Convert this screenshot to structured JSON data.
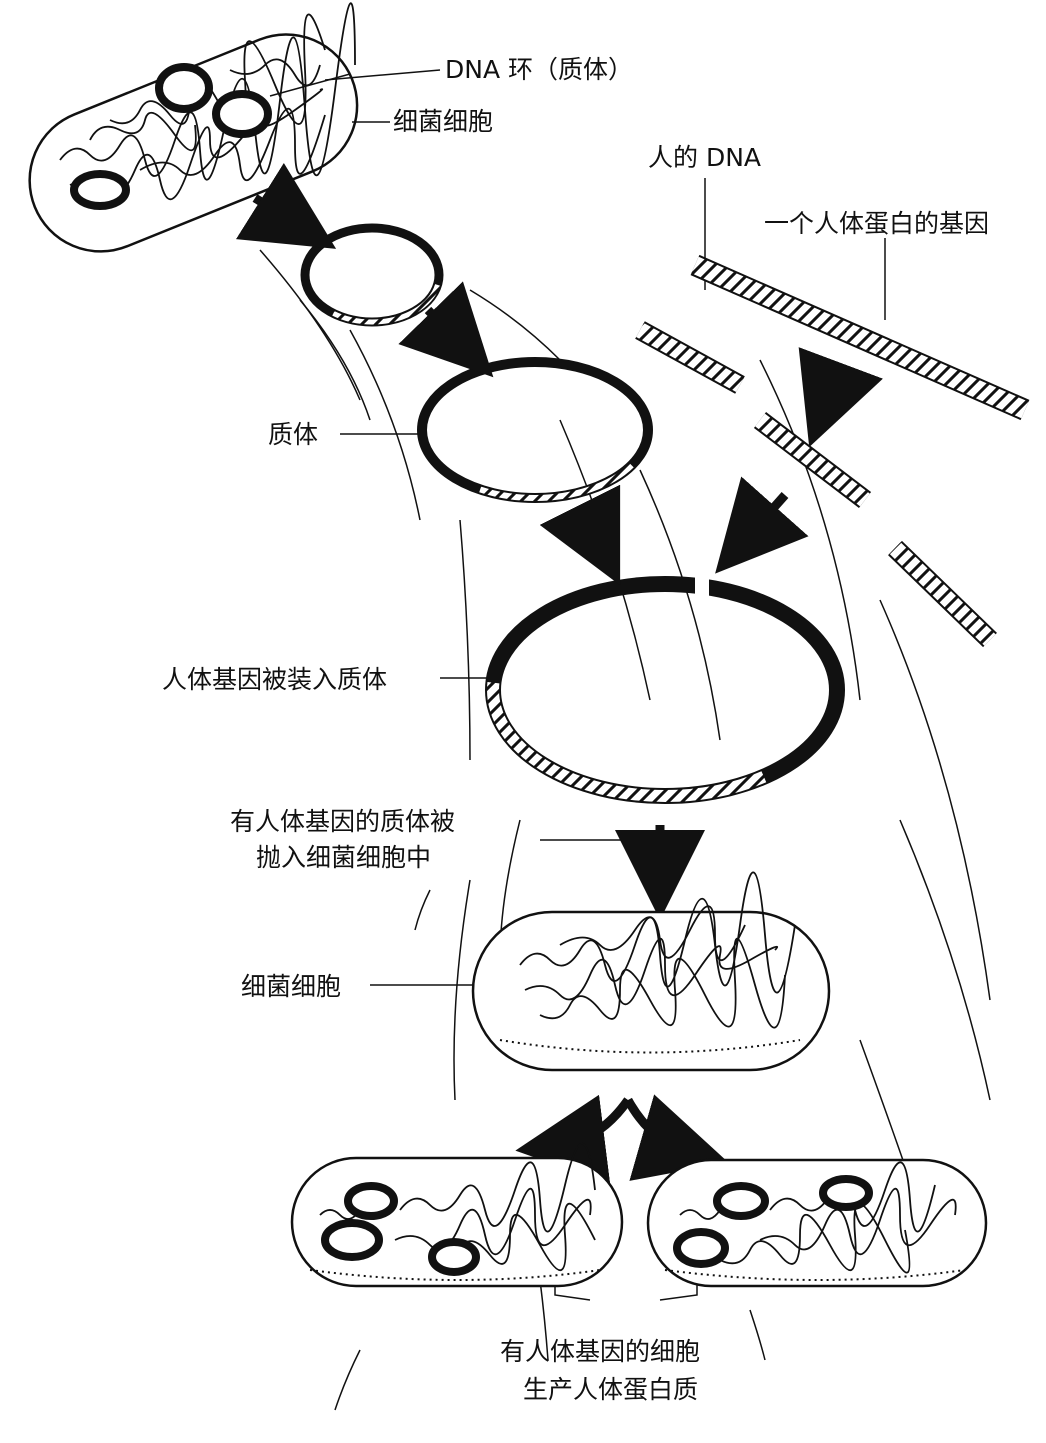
{
  "labels": {
    "dna_ring": "DNA 环（质体）",
    "bacterium_top": "细菌细胞",
    "human_dna": "人的 DNA",
    "human_gene": "一个人体蛋白的基因",
    "plasmid": "质体",
    "gene_inserted": "人体基因被装入质体",
    "inserted_line1": "有人体基因的质体被",
    "inserted_line2": "抛入细菌细胞中",
    "bacterium_mid": "细菌细胞",
    "result_line1": "有人体基因的细胞",
    "result_line2": "生产人体蛋白质"
  },
  "colors": {
    "ink": "#111111",
    "paper": "#ffffff"
  }
}
